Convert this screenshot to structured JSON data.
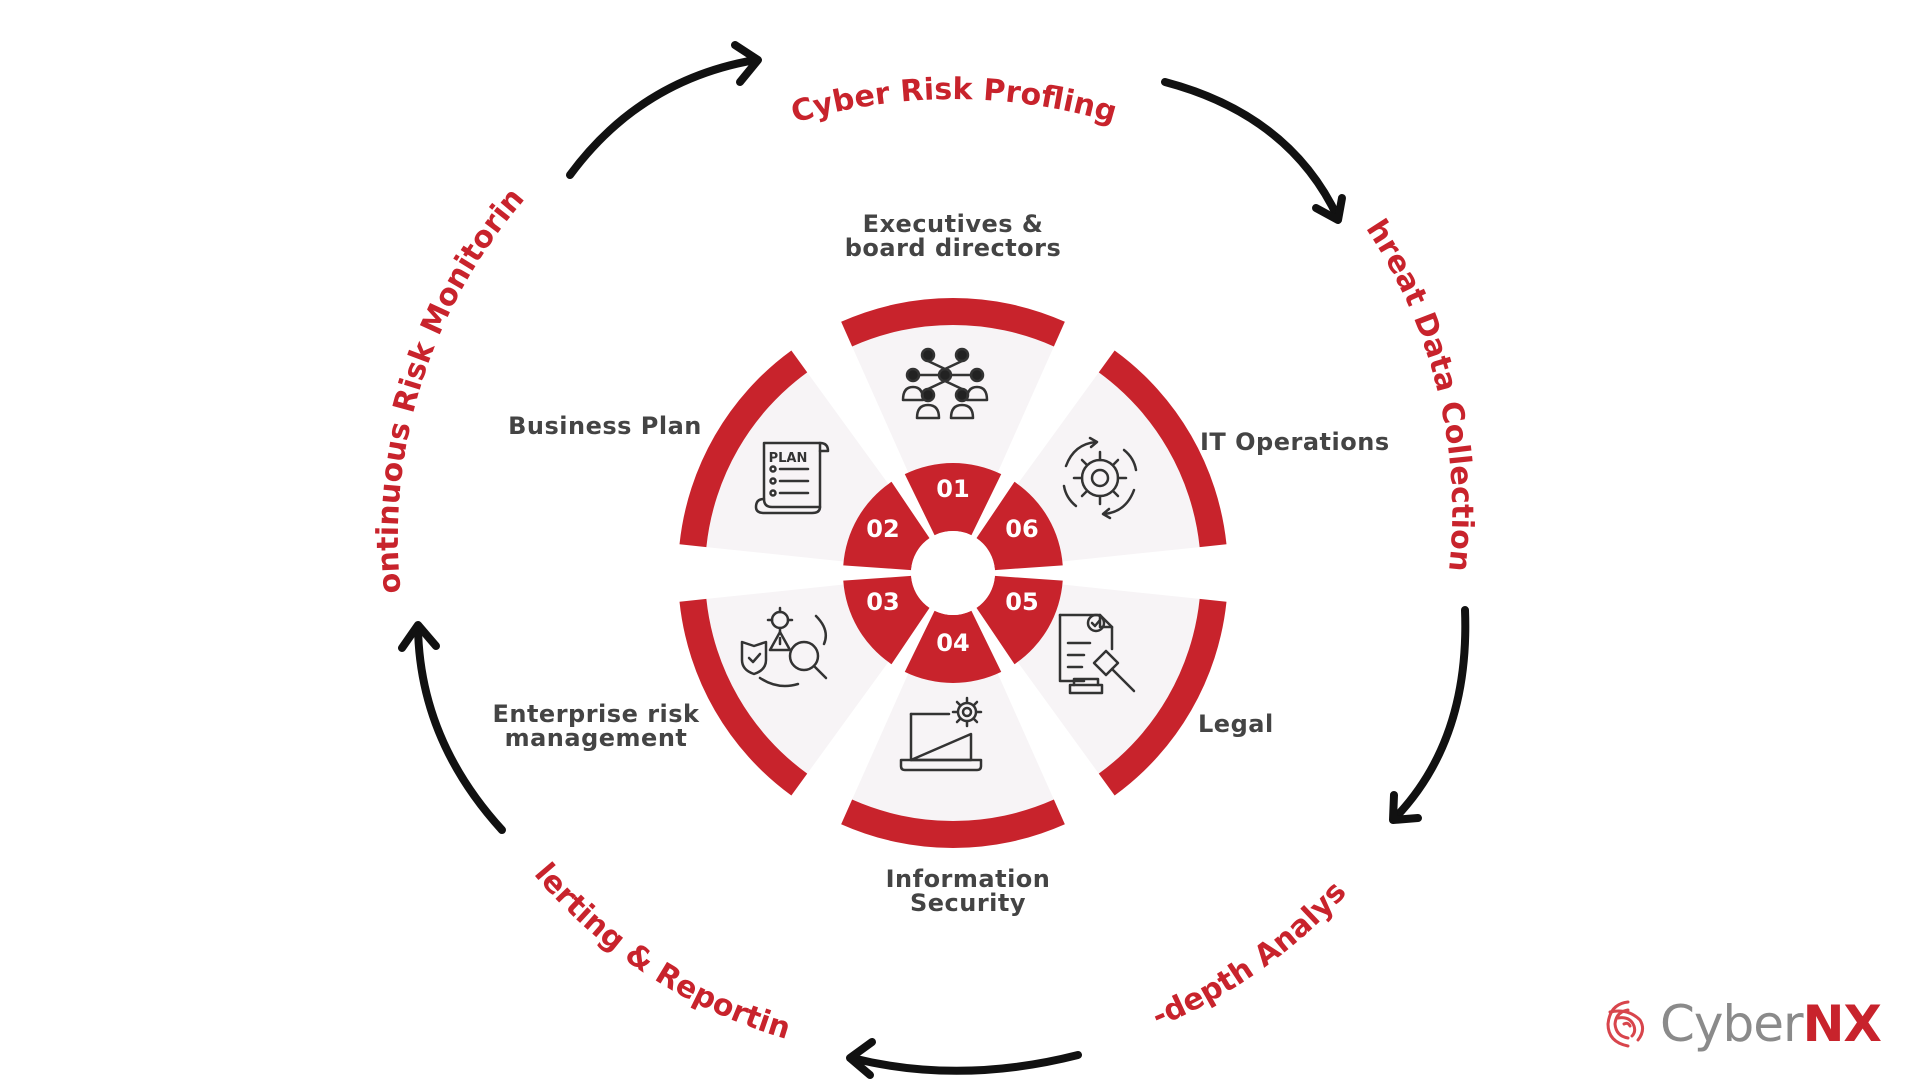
{
  "cycle": {
    "stages": [
      "Cyber Risk Profling",
      "Threat Data Collection",
      "In-depth Analysis",
      "Alerting & Reporting",
      "Continuous Risk Monitoring"
    ]
  },
  "wheel": {
    "segments": [
      {
        "number": "01",
        "label_line1": "Executives &",
        "label_line2": "board directors",
        "icon": "team-hierarchy-icon"
      },
      {
        "number": "02",
        "label_line1": "Business Plan",
        "label_line2": "",
        "icon": "plan-document-icon"
      },
      {
        "number": "03",
        "label_line1": "Enterprise risk",
        "label_line2": "management",
        "icon": "risk-search-icon"
      },
      {
        "number": "04",
        "label_line1": "Information",
        "label_line2": "Security",
        "icon": "laptop-gear-icon"
      },
      {
        "number": "05",
        "label_line1": "Legal",
        "label_line2": "",
        "icon": "legal-document-gavel-icon"
      },
      {
        "number": "06",
        "label_line1": "IT Operations",
        "label_line2": "",
        "icon": "gear-cycle-icon"
      }
    ],
    "plan_icon_text": "PLAN"
  },
  "brand": {
    "name_part1": "Cyber",
    "name_part2": "NX",
    "accent_color": "#c8232c",
    "text_color": "#8a8a8a"
  }
}
